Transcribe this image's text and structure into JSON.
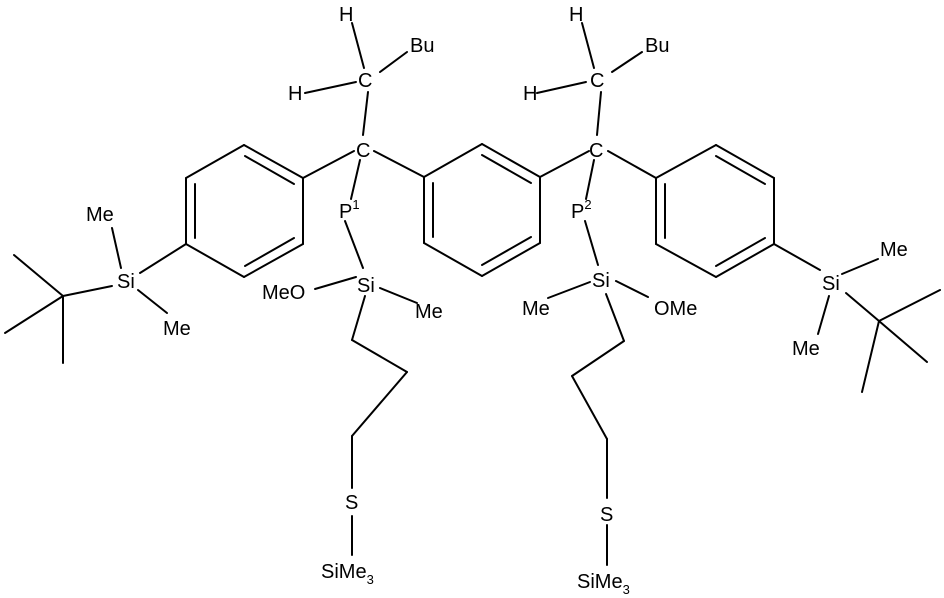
{
  "atoms": {
    "H_top_left": "H",
    "C_ch2_left": "C",
    "H_mid_left": "H",
    "Bu_left": "Bu",
    "C_quat_left": "C",
    "P1_symbol": "P",
    "P1_superscript": "1",
    "Si_left_tbs": "Si",
    "Me_left_tbs_top": "Me",
    "Me_left_tbs_bottom": "Me",
    "MeO_left": "MeO",
    "Si_left_chain": "Si",
    "Me_left_chain": "Me",
    "S_left": "S",
    "SiMe3_left_main": "SiMe",
    "SiMe3_left_sub": "3",
    "H_top_right": "H",
    "C_ch2_right": "C",
    "H_mid_right": "H",
    "Bu_right": "Bu",
    "C_quat_right": "C",
    "P2_symbol": "P",
    "P2_superscript": "2",
    "Si_right_tbs": "Si",
    "Me_right_tbs_top": "Me",
    "Me_right_tbs_bottom": "Me",
    "OMe_right": "OMe",
    "Si_right_chain": "Si",
    "Me_right_chain": "Me",
    "S_right": "S",
    "SiMe3_right_main": "SiMe",
    "SiMe3_right_sub": "3"
  }
}
